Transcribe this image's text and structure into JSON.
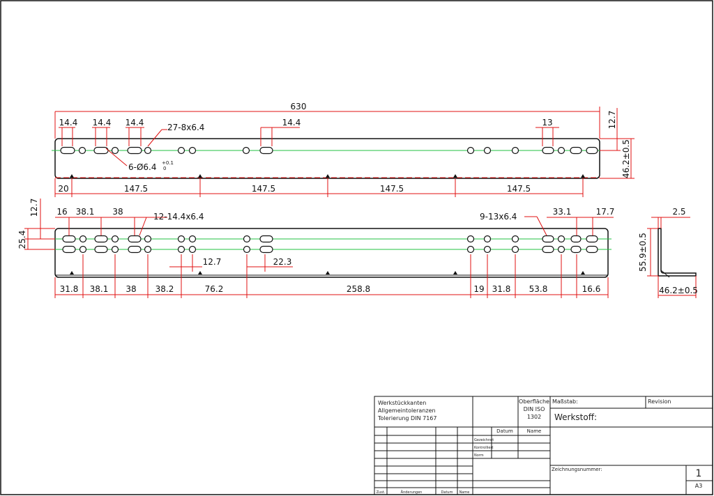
{
  "drawing": {
    "top_view": {
      "dims": {
        "overall": "630",
        "slot_w1": "14.4",
        "slot_w2": "14.4",
        "slot_w3": "14.4",
        "slot_note": "27-8x6.4",
        "slot_w4": "14.4",
        "slot_w5": "13",
        "hole_note": "6-Ø6.4",
        "hole_tol_upper": "+0.1",
        "hole_tol_lower": "0",
        "edge_offset": "12.7",
        "width": "46.2±0.5",
        "start": "20",
        "pitch1": "147.5",
        "pitch2": "147.5",
        "pitch3": "147.5",
        "pitch4": "147.5"
      }
    },
    "front_view": {
      "dims": {
        "edge_offset": "12.7",
        "row_spacing": "25.4",
        "d16": "16",
        "d38_1": "38.1",
        "d38": "38",
        "slot_note_a": "12-14.4x6.4",
        "slot_note_b": "9-13x6.4",
        "d33_1": "33.1",
        "d17_7": "17.7",
        "d12_7": "12.7",
        "d22_3": "22.3",
        "b31_8": "31.8",
        "b38_1": "38.1",
        "b38": "38",
        "b38_2": "38.2",
        "b76_2": "76.2",
        "b258_8": "258.8",
        "b19": "19",
        "b31_8b": "31.8",
        "b53_8": "53.8",
        "b16_6": "16.6"
      }
    },
    "side_view": {
      "dims": {
        "thickness": "2.5",
        "height": "55.9±0.5",
        "width": "46.2±0.5"
      }
    }
  },
  "title_block": {
    "notes": [
      "Werkstückkanten",
      "Allgemeintoleranzen",
      "Tolerierung DIN 7167"
    ],
    "surface": [
      "Oberfläche",
      "DIN ISO",
      "1302"
    ],
    "scale_label": "Maßstab:",
    "revision_label": "Revision",
    "material_label": "Werkstoff:",
    "col_datum": "Datum",
    "col_name": "Name",
    "row_gezeichnet": "Gezeichnet",
    "row_kontrolliert": "Kontrolliert",
    "row_norm": "Norm",
    "drawing_number_label": "Zeichnungsnummer:",
    "sheet_number": "1",
    "sheet_size": "A3",
    "footer": [
      "Zust.",
      "Änderungen",
      "Datum",
      "Name"
    ]
  },
  "colors": {
    "outline": "#111111",
    "dimension": "#e01010",
    "centerline": "#22c040"
  }
}
